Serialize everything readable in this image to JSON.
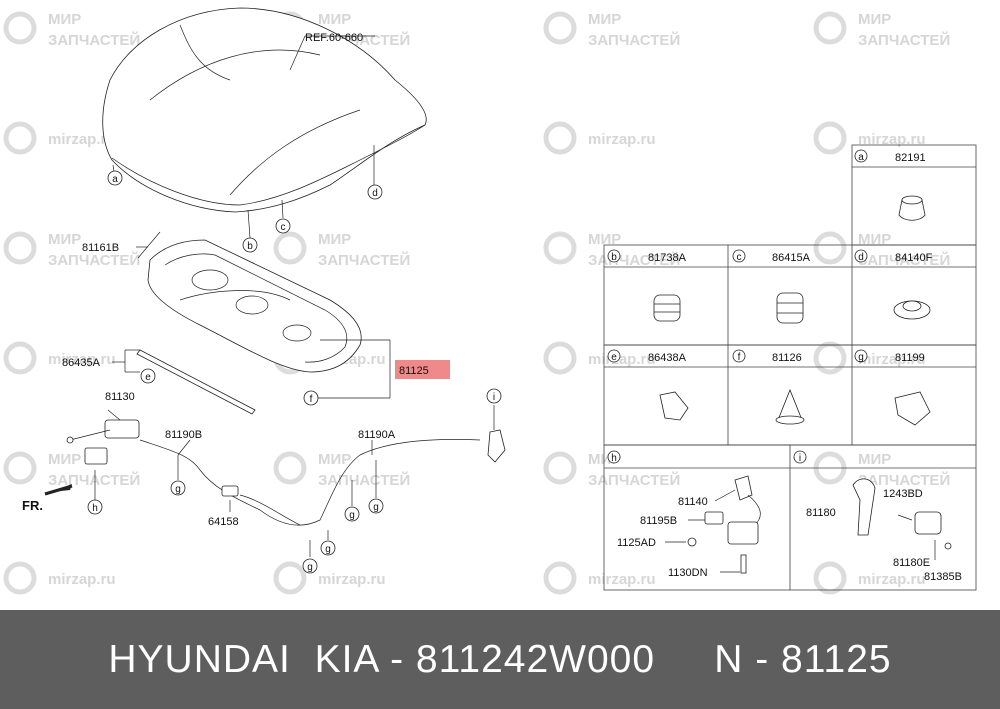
{
  "watermark": {
    "line1": "МИР",
    "line2": "ЗАПЧАСТЕЙ",
    "url": "mirzap.ru"
  },
  "diagram": {
    "ref": "REF.60-660",
    "fr": "FR.",
    "highlight_color": "#f08a8a",
    "parts": {
      "p81161B": "81161B",
      "p86435A": "86435A",
      "p81125": "81125",
      "p81130": "81130",
      "p81190B": "81190B",
      "p81190A": "81190A",
      "p64158": "64158"
    },
    "callouts": {
      "a": "a",
      "b": "b",
      "c": "c",
      "d": "d",
      "e": "e",
      "f": "f",
      "g": "g",
      "h": "h",
      "i": "i"
    }
  },
  "legend": {
    "cells": [
      {
        "letter": "a",
        "part": "82191"
      },
      {
        "letter": "b",
        "part": "81738A"
      },
      {
        "letter": "c",
        "part": "86415A"
      },
      {
        "letter": "d",
        "part": "84140F"
      },
      {
        "letter": "e",
        "part": "86438A"
      },
      {
        "letter": "f",
        "part": "81126"
      },
      {
        "letter": "g",
        "part": "81199"
      },
      {
        "letter": "h",
        "part": ""
      },
      {
        "letter": "i",
        "part": ""
      }
    ],
    "h_parts": [
      "81140",
      "81195B",
      "1125AD",
      "1130DN"
    ],
    "i_parts": [
      "81180",
      "1243BD",
      "81180E",
      "81385B"
    ]
  },
  "footer": {
    "text": "HYUNDAI  KIA - 811242W000     N - 81125"
  }
}
